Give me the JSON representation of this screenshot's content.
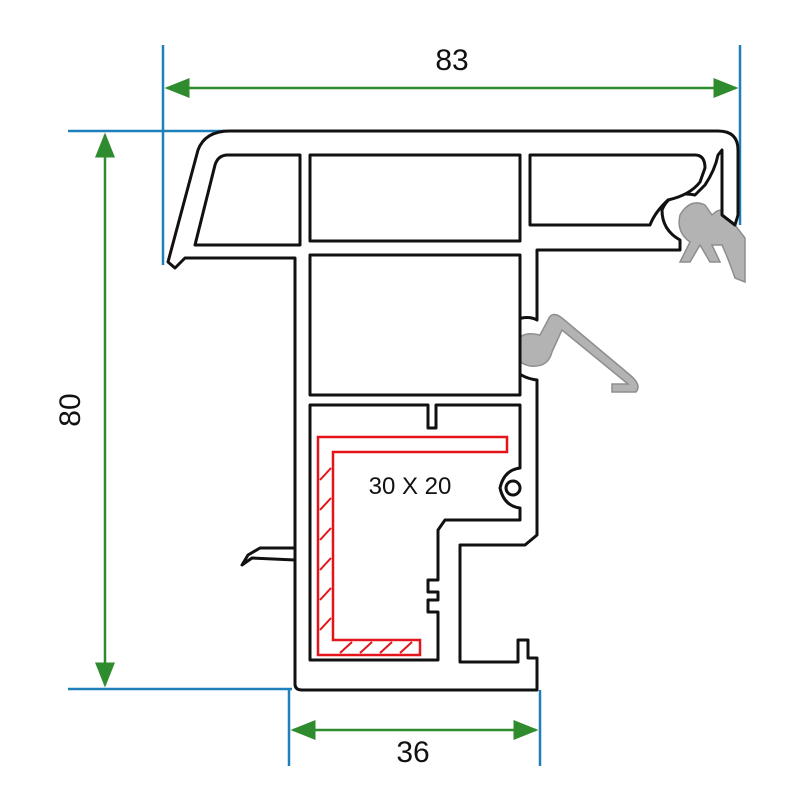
{
  "dimensions": {
    "width_total": "83",
    "height_total": "80",
    "bottom_width": "36"
  },
  "reinforcement": {
    "label": "30 X 20"
  },
  "colors": {
    "dimension_line": "#2e8b2e",
    "extension_line": "#1f7fb8",
    "profile_outline": "#111111",
    "reinforcement": "#e3151b",
    "gasket": "#a9a9a9"
  }
}
